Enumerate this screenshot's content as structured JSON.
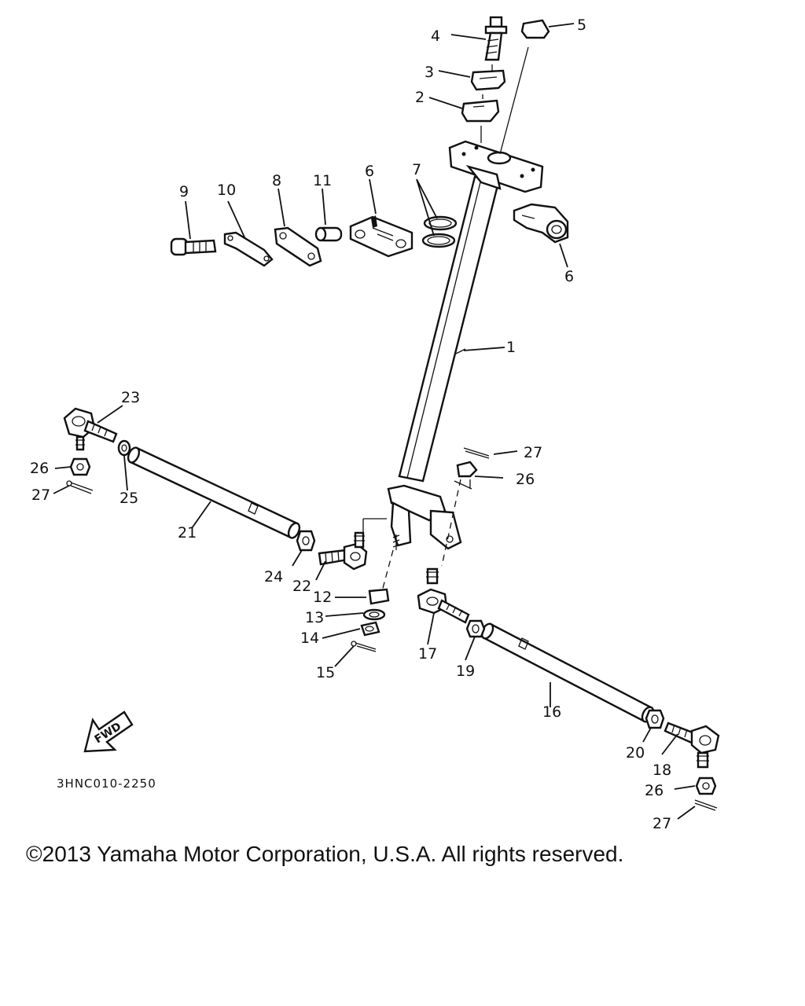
{
  "diagram": {
    "parts": [
      {
        "no": "1",
        "icon": "steering-shaft"
      },
      {
        "no": "2",
        "icon": "lower-collar"
      },
      {
        "no": "3",
        "icon": "upper-collar"
      },
      {
        "no": "4",
        "icon": "bolt"
      },
      {
        "no": "5",
        "icon": "cap"
      },
      {
        "no": "6",
        "icon": "holder"
      },
      {
        "no": "7",
        "icon": "circlip"
      },
      {
        "no": "8",
        "icon": "plate"
      },
      {
        "no": "9",
        "icon": "bolt"
      },
      {
        "no": "10",
        "icon": "lock-washer"
      },
      {
        "no": "11",
        "icon": "collar"
      },
      {
        "no": "12",
        "icon": "nut"
      },
      {
        "no": "13",
        "icon": "washer"
      },
      {
        "no": "14",
        "icon": "nut"
      },
      {
        "no": "15",
        "icon": "cotter-pin"
      },
      {
        "no": "16",
        "icon": "tie-rod"
      },
      {
        "no": "17",
        "icon": "rod-end"
      },
      {
        "no": "18",
        "icon": "rod-end"
      },
      {
        "no": "19",
        "icon": "nut"
      },
      {
        "no": "20",
        "icon": "nut"
      },
      {
        "no": "21",
        "icon": "tie-rod"
      },
      {
        "no": "22",
        "icon": "rod-end"
      },
      {
        "no": "23",
        "icon": "rod-end"
      },
      {
        "no": "24",
        "icon": "nut"
      },
      {
        "no": "25",
        "icon": "nut"
      },
      {
        "no": "26",
        "icon": "nut"
      },
      {
        "no": "27",
        "icon": "cotter-pin"
      }
    ],
    "fwd_label": "FWD",
    "drawing_code": "3HNC010-2250"
  },
  "footer": {
    "copyright": "©2013 Yamaha Motor Corporation, U.S.A. All rights reserved."
  }
}
